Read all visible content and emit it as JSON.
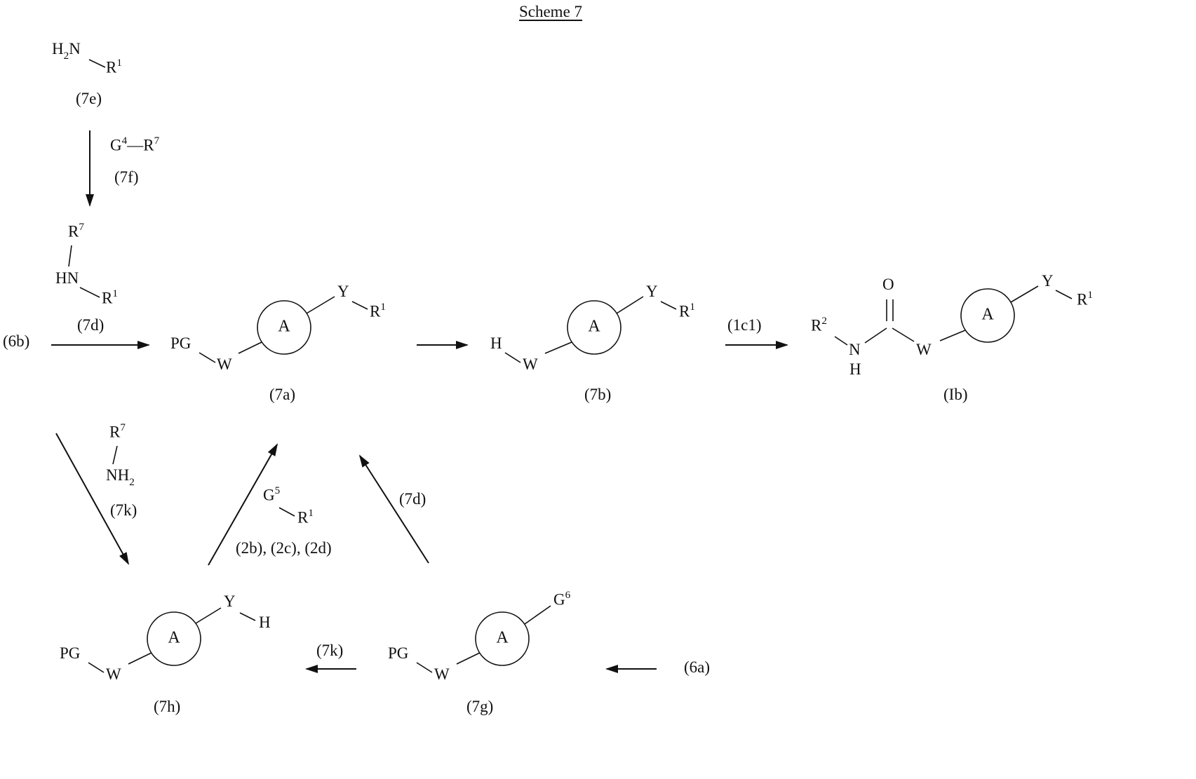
{
  "title": "Scheme 7",
  "compounds": {
    "c7e": {
      "amine": "H_2N",
      "r1": "R^1",
      "label": "(7e)"
    },
    "r7f": {
      "formula": "G^4—R^7",
      "label": "(7f)"
    },
    "c6b_product": {
      "r7": "R^7",
      "hn": "HN",
      "r1": "R^1"
    },
    "c7a": {
      "pg": "PG",
      "w": "W",
      "ring": "A",
      "y": "Y",
      "r1": "R^1",
      "label": "(7a)"
    },
    "c7b": {
      "h": "H",
      "w": "W",
      "ring": "A",
      "y": "Y",
      "r1": "R^1",
      "label": "(7b)"
    },
    "cIb": {
      "r2": "R^2",
      "n": "N",
      "nh": "H",
      "o": "O",
      "w": "W",
      "ring": "A",
      "y": "Y",
      "r1": "R^1",
      "label": "(Ib)"
    },
    "r7k": {
      "r7": "R^7",
      "nh2": "NH_2",
      "label": "(7k)"
    },
    "r2bcd": {
      "g5": "G^5",
      "r1": "R^1",
      "label": "(2b), (2c), (2d)"
    },
    "c7h": {
      "pg": "PG",
      "w": "W",
      "ring": "A",
      "y": "Y",
      "h": "H",
      "label": "(7h)"
    },
    "c7g": {
      "pg": "PG",
      "w": "W",
      "ring": "A",
      "g6": "G^6",
      "label": "(7g)"
    }
  },
  "annotations": {
    "from_6b": "(6b)",
    "cond_7d_top": "(7d)",
    "cond_1c1": "(1c1)",
    "cond_7d_diag": "(7d)",
    "cond_7k_bottom": "(7k)",
    "from_6a": "(6a)"
  }
}
